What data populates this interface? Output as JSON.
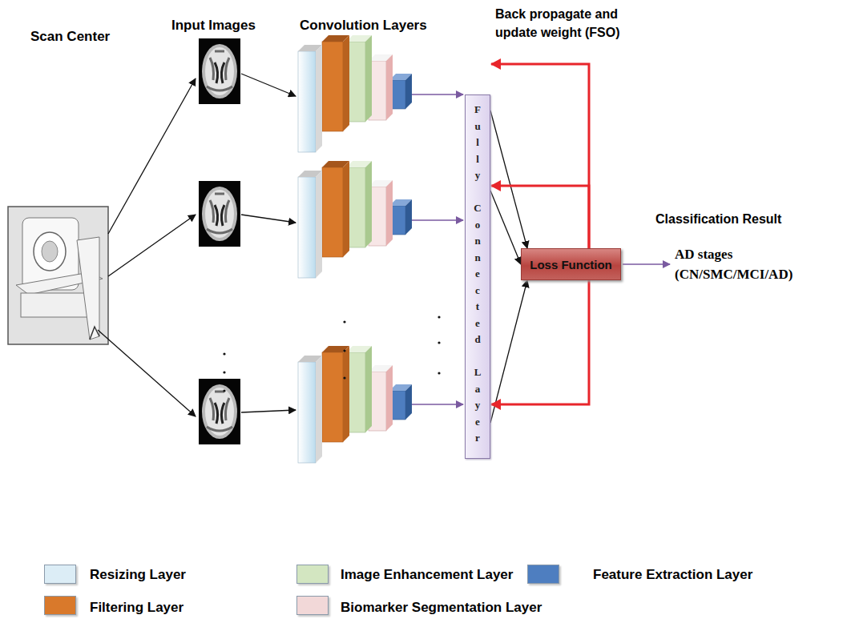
{
  "diagram": {
    "nodes": [
      {
        "text": [
          "Fully Connected Layer"
        ]
      },
      {
        "text": [
          "Loss Function"
        ]
      }
    ],
    "edges": [
      {
        "from": 0,
        "to": 1,
        "arrow": "to"
      },
      {
        "from": 0,
        "to": 1,
        "arrow": "to"
      },
      {
        "from": 0,
        "to": 1,
        "arrow": "to"
      },
      {
        "from": 1,
        "to": 0,
        "arrow": "to"
      },
      {
        "from": 1,
        "to": 0,
        "arrow": "to"
      },
      {
        "from": 1,
        "to": 0,
        "arrow": "to"
      }
    ],
    "labels": [
      "Scan Center",
      "Input Images",
      "Convolution Layers",
      "Back propagate and update weight (FSO)",
      "Classification Result",
      "AD stages (CN/SMC/MCI/AD)"
    ],
    "legend": [
      {
        "text": "Resizing Layer",
        "color": "#dcedf6"
      },
      {
        "text": "Image Enhancement Layer",
        "color": "#d3e6c1"
      },
      {
        "text": "Feature Extraction Layer",
        "color": "#4e7ec0"
      },
      {
        "text": "Filtering Layer",
        "color": "#d9792b"
      },
      {
        "text": "Biomarker Segmentation Layer",
        "color": "#f2d8d8"
      }
    ]
  }
}
